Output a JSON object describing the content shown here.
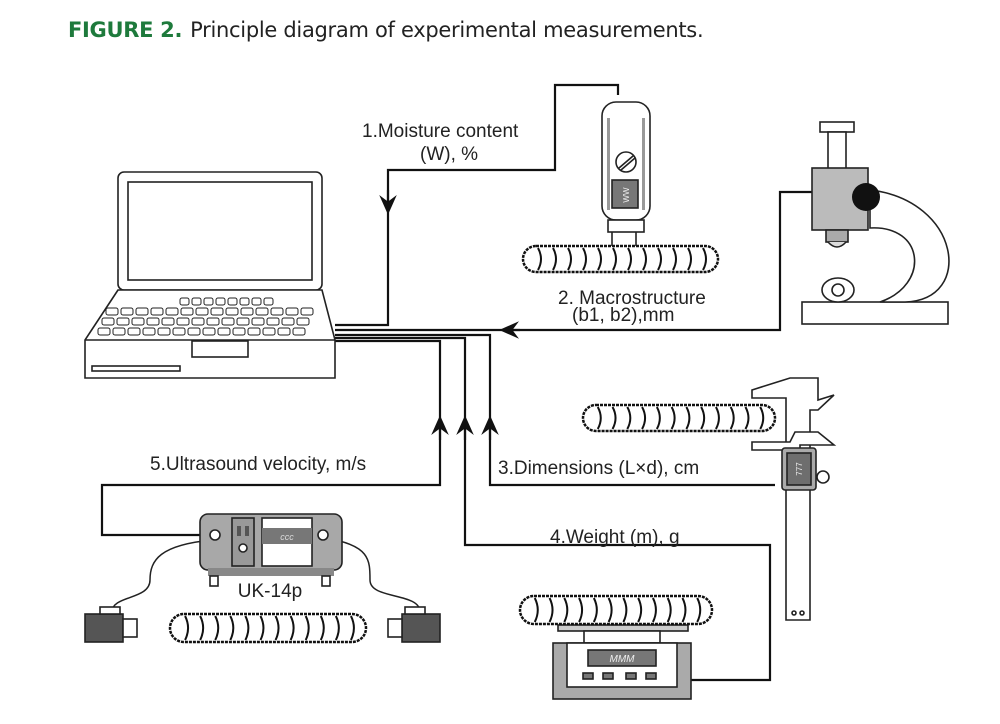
{
  "caption": {
    "label": "FIGURE 2.",
    "text": "Principle diagram of experimental measurements."
  },
  "labels": {
    "moisture_1": "1.Moisture content",
    "moisture_2": "(W), %",
    "macro_1": "2. Macrostructure",
    "macro_2": "(b1, b2),mm",
    "dimensions": "3.Dimensions (L×d), cm",
    "weight": "4.Weight (m), g",
    "ultrasound": "5.Ultrasound velocity, m/s",
    "device": "UK-14p"
  },
  "device_screens": {
    "ultrasound": "ccc",
    "scale": "MMM",
    "moisture": "WW",
    "caliper": "777"
  },
  "colors": {
    "caption_accent": "#1e7a3c",
    "device_gray": "#a8a8a8",
    "screen_gray": "#6e6e6e"
  }
}
